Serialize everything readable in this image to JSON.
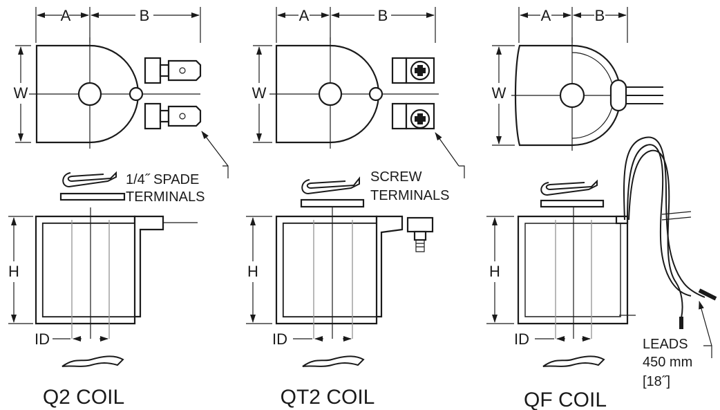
{
  "dims": {
    "a": "A",
    "b": "B",
    "w": "W",
    "h": "H",
    "id": "ID"
  },
  "coils": [
    {
      "title": "Q2 COIL",
      "terminal_line1": "1/4˝ SPADE",
      "terminal_line2": "TERMINALS"
    },
    {
      "title": "QT2 COIL",
      "terminal_line1": "SCREW",
      "terminal_line2": "TERMINALS"
    },
    {
      "title": "QF COIL",
      "leads_line1": "LEADS",
      "leads_line2": "450 mm",
      "leads_line3": "[18˝]"
    }
  ]
}
